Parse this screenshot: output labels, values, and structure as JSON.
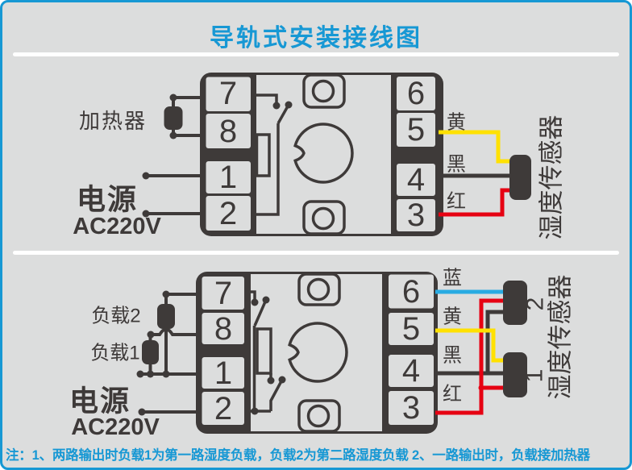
{
  "title": "导轨式安装接线图",
  "note": "注：1、两路输出时负载1为第一路湿度负载，负载2为第二路湿度负载  2、一路输出时，负载接加热器",
  "colors": {
    "accent_blue": "#1798d4",
    "line_dark": "#3e3a39",
    "background": "#dcdddd",
    "wire_yellow": "#ffe100",
    "wire_red": "#e60012",
    "wire_blue": "#29abe2",
    "wire_black": "#3e3a39"
  },
  "top_diagram": {
    "load_label": "加热器",
    "power_label": "电源",
    "power_voltage": "AC220V",
    "left_terminals": [
      "7",
      "8",
      "1",
      "2"
    ],
    "right_terminals": [
      "6",
      "5",
      "4",
      "3"
    ],
    "wire_yellow_label": "黄",
    "wire_black_label": "黑",
    "wire_red_label": "红",
    "sensor_label": "湿度传感器"
  },
  "bottom_diagram": {
    "load2_label": "负载2",
    "load1_label": "负载1",
    "power_label": "电源",
    "power_voltage": "AC220V",
    "left_terminals": [
      "7",
      "8",
      "1",
      "2"
    ],
    "right_terminals": [
      "6",
      "5",
      "4",
      "3"
    ],
    "wire_blue_label": "蓝",
    "wire_yellow_label": "黄",
    "wire_black_label": "黑",
    "wire_red_label": "红",
    "sensor2_label": "2",
    "sensor1_label": "1",
    "sensor_label": "湿度传感器"
  }
}
